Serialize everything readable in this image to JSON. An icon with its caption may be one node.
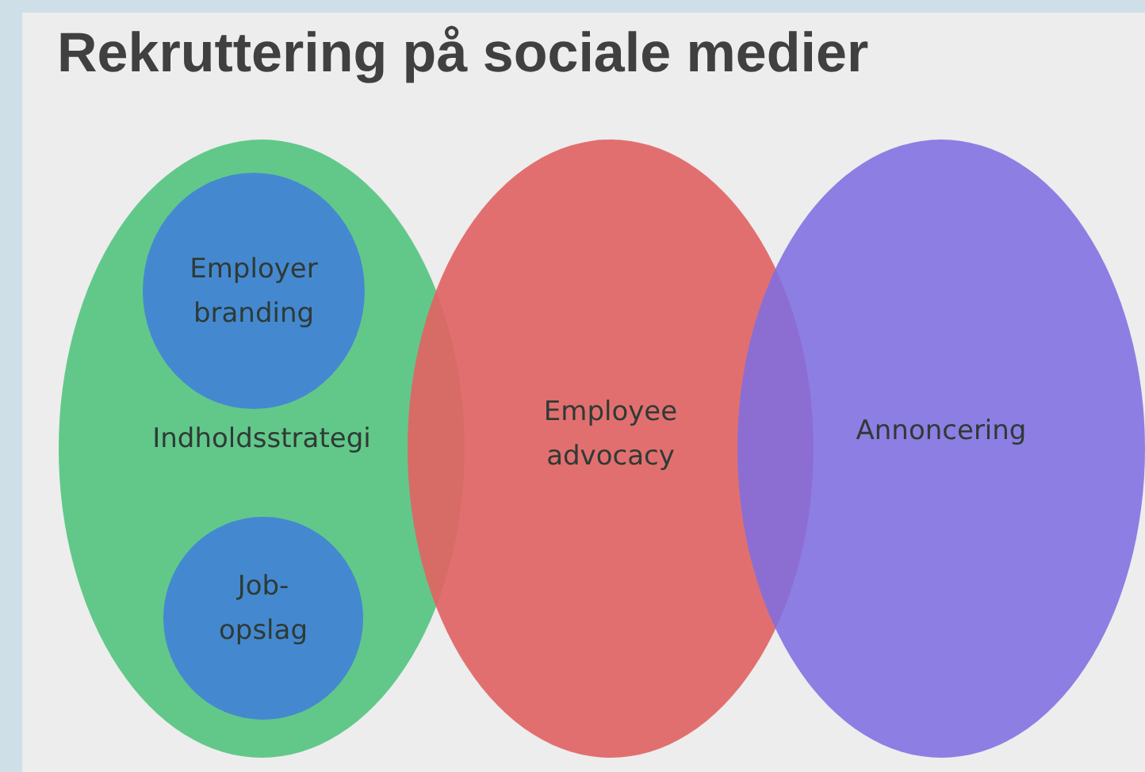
{
  "diagram": {
    "title": "Rekruttering på sociale medier",
    "nodes": [
      {
        "text": [
          "Indholdsstrategi"
        ]
      },
      {
        "text": [
          "Employer branding"
        ],
        "in": 0
      },
      {
        "text": [
          "Job- opslag"
        ],
        "in": 0
      },
      {
        "text": [
          "Employee advocacy"
        ]
      },
      {
        "text": [
          "Annoncering"
        ]
      }
    ]
  }
}
